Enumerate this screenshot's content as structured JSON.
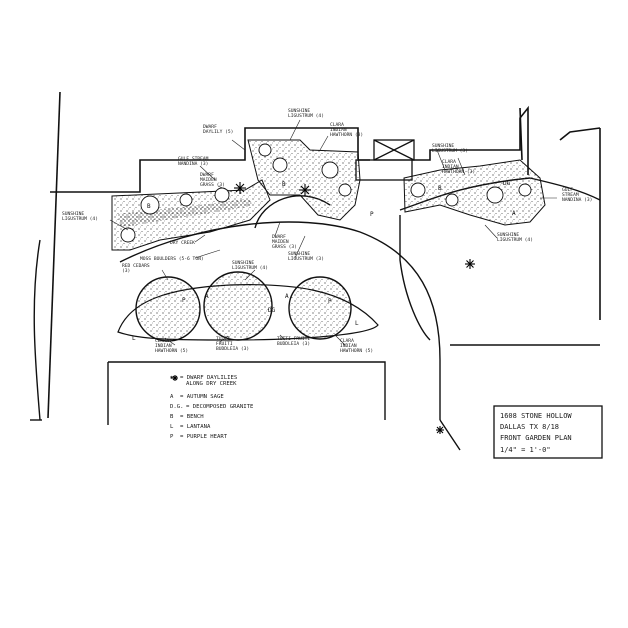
{
  "labels": {
    "dwarf_daylily_top": "DWARF\nDAYLILY (5)",
    "sunshine_lig_top": "SUNSHINE\nLIGUSTRUM (4)",
    "clara_top": "CLARA\nINDIAN\nHAWTHORN (3)",
    "gulf_stream_left": "GULF STREAM\nNANDINA (3)",
    "dwarf_maiden_left": "DWARF\nMAIDEN\nGRASS (3)",
    "sunshine_left": "SUNSHINE\nLIGUSTRUM (4)",
    "dry_creek": "DRY CREEK",
    "moss_boulders": "MOSS BOULDERS (5-6 TON)",
    "dwarf_maiden_bottom": "DWARF\nMAIDEN\nGRASS (3)",
    "sunshine_mid": "SUNSHINE\nLIGUSTRUM (3)",
    "sunshine_right_top": "SUNSHINE\nLIGUSTRUM (3)",
    "clara_right": "CLARA\nINDIAN\nHAWTHORN (3)",
    "gulf_stream_right": "GULF\nSTREAM\nNANDINA (3)",
    "sunshine_right_bottom": "SUNSHINE\nLIGUSTRUM (4)",
    "red_cedars": "RED CEDARS\n(3)",
    "sunshine_island": "SUNSHINE\nLIGUSTRUM (4)",
    "clara_island_left": "CLARA\nINDIAN\nHAWTHORN (5)",
    "tutti_fruiti_left": "TUTTI\nFRUITI\nBUDDLEIA (3)",
    "tutti_fruiti_right": "TUTTI FRUITI\nBUDDLEIA (3)",
    "clara_island_right": "CLARA\nINDIAN\nHAWTHORN (5)"
  },
  "legend": [
    {
      "key": "✱",
      "text": "= DWARF DAYLILIES\n  ALONG DRY CREEK"
    },
    {
      "key": "A",
      "text": "= AUTUMN SAGE"
    },
    {
      "key": "D.G.",
      "text": "= DECOMPOSED GRANITE"
    },
    {
      "key": "B",
      "text": "= BENCH"
    },
    {
      "key": "L",
      "text": "= LANTANA"
    },
    {
      "key": "P",
      "text": "= PURPLE HEART"
    }
  ],
  "title_block": {
    "line1": "1608 STONE HOLLOW",
    "line2": "DALLAS TX    8/18",
    "line3": "FRONT GARDEN PLAN",
    "line4": "1/4\" = 1'-0\""
  },
  "plan_symbols": {
    "bench": "B",
    "lantana": "L",
    "autumn_sage": "A",
    "purple_heart": "P",
    "decomposed_granite": "DG"
  }
}
